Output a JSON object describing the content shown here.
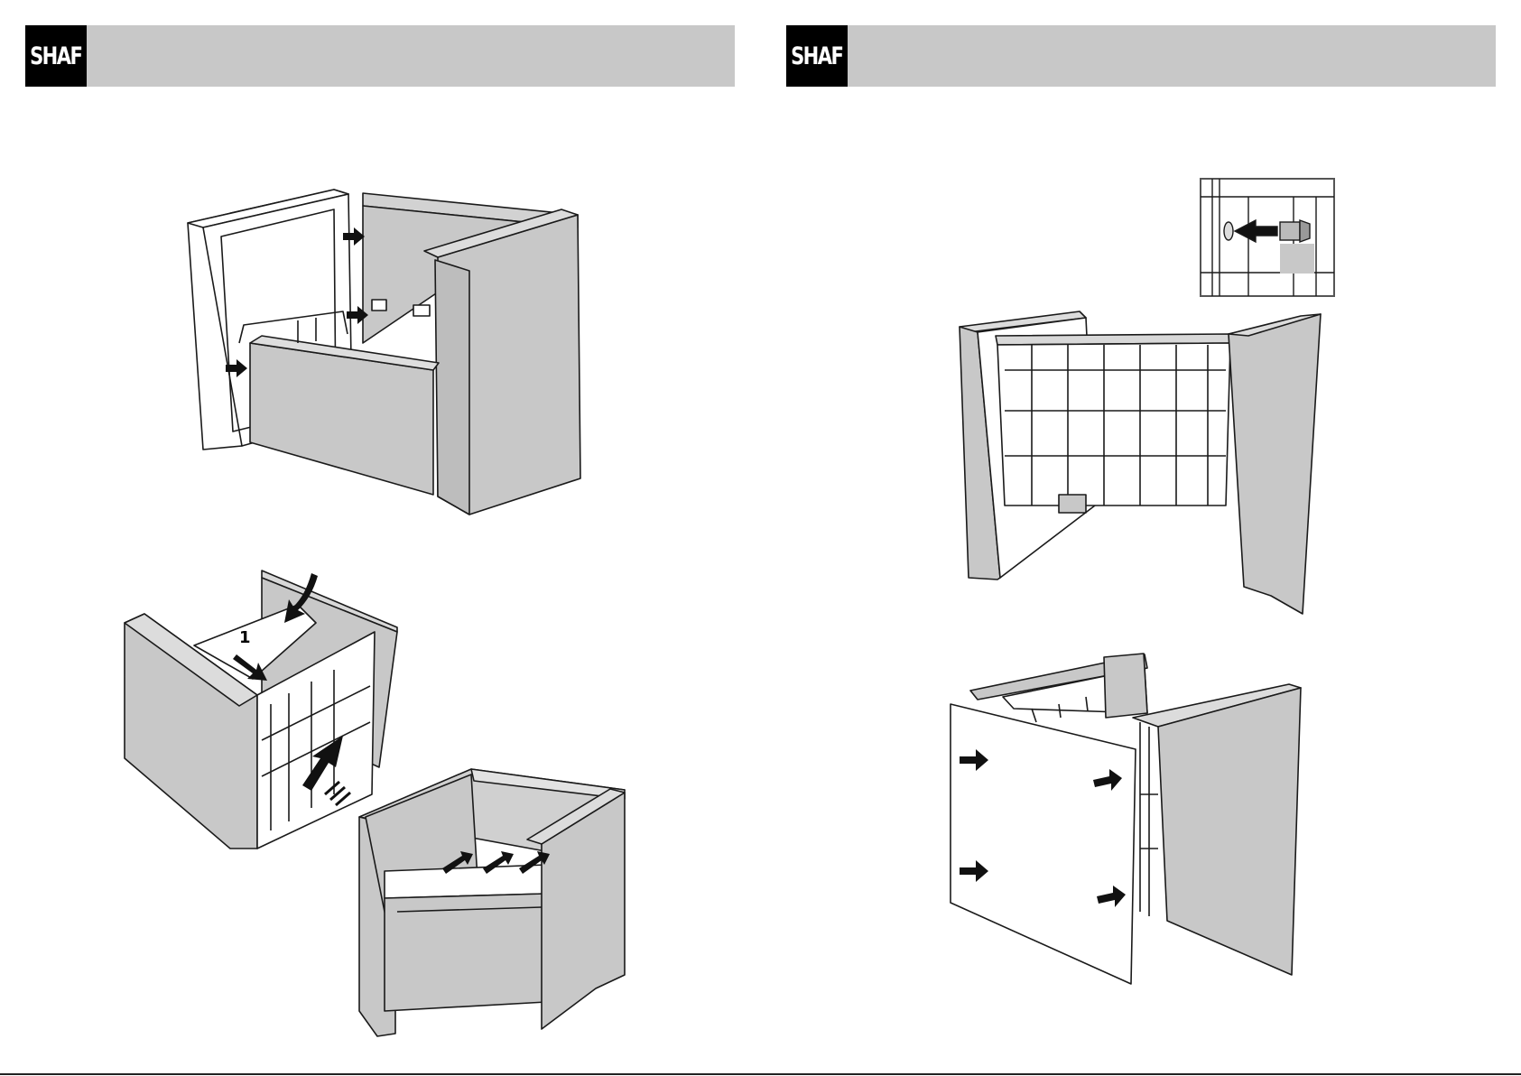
{
  "left_page": {
    "logo_text": "SHAF",
    "step_number": "1"
  },
  "right_page": {
    "logo_text": "SHAF"
  },
  "colors": {
    "header_bar": "#c8c8c8",
    "logo_bg": "#000000",
    "panel_fill": "#c8c8c8",
    "outline": "#1a1a1a"
  }
}
